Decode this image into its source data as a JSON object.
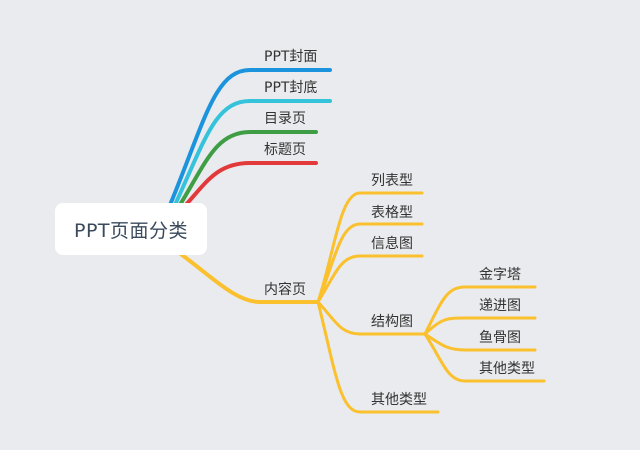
{
  "root": {
    "label": "PPT页面分类"
  },
  "branches": {
    "cover": "PPT封面",
    "back_cover": "PPT封底",
    "toc": "目录页",
    "title_page": "标题页",
    "content": "内容页"
  },
  "content_children": {
    "list_type": "列表型",
    "table_type": "表格型",
    "infographic": "信息图",
    "structure": "结构图",
    "other": "其他类型"
  },
  "structure_children": {
    "pyramid": "金字塔",
    "progressive": "递进图",
    "fishbone": "鱼骨图",
    "other": "其他类型"
  },
  "colors": {
    "cover": "#1c94dd",
    "back_cover": "#35c3db",
    "toc": "#3f9e45",
    "title_page": "#e23a3a",
    "content": "#fbc02d",
    "background": "#e9ebee"
  }
}
